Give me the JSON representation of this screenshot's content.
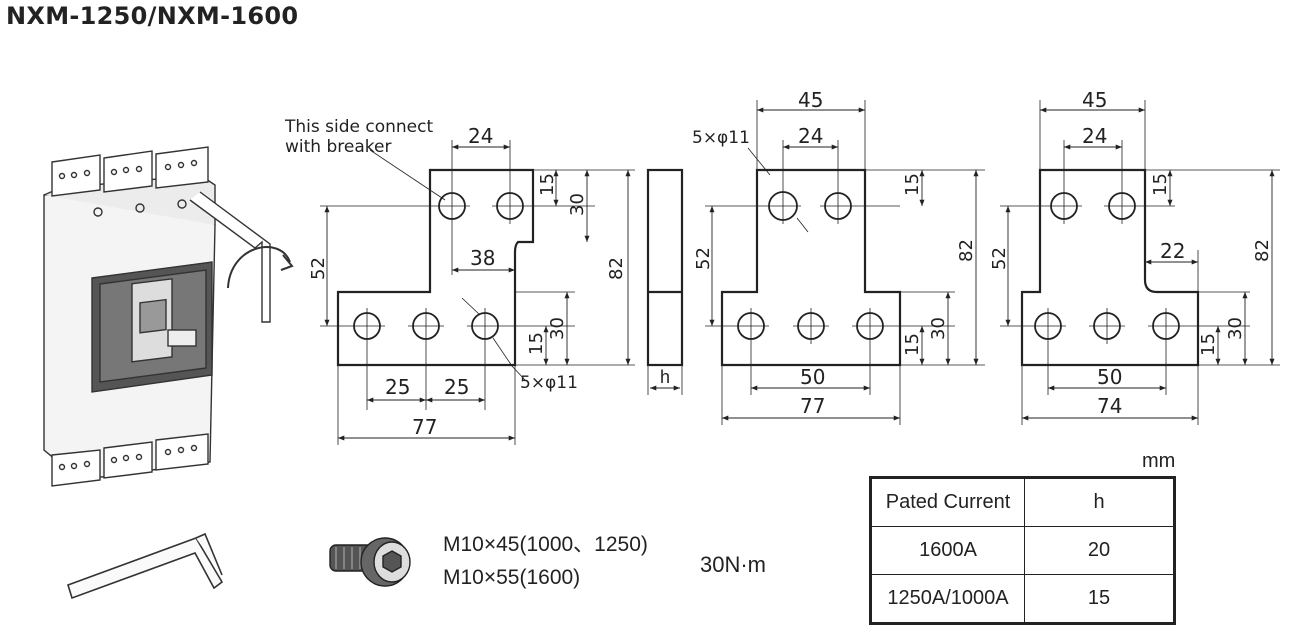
{
  "title": "NXM-1250/NXM-1600",
  "plate1": {
    "note_line1": "This side connect",
    "note_line2": "with breaker",
    "dim_24": "24",
    "dim_15": "15",
    "dim_30": "30",
    "dim_52": "52",
    "dim_38": "38",
    "dim_82": "82",
    "dim_30b": "30",
    "dim_15b": "15",
    "dim_25a": "25",
    "dim_25b": "25",
    "dim_77": "77",
    "holes": "5×φ11"
  },
  "side_view": {
    "h_label": "h"
  },
  "plate2": {
    "holes": "5×φ11",
    "dim_45": "45",
    "dim_24": "24",
    "dim_15": "15",
    "dim_52": "52",
    "dim_82": "82",
    "dim_15b": "15",
    "dim_30": "30",
    "dim_50": "50",
    "dim_77": "77"
  },
  "plate3": {
    "dim_45": "45",
    "dim_24": "24",
    "dim_15": "15",
    "dim_22": "22",
    "dim_52": "52",
    "dim_82": "82",
    "dim_15b": "15",
    "dim_30": "30",
    "dim_50": "50",
    "dim_74": "74"
  },
  "bolt": {
    "line1": "M10×45(1000、1250)",
    "line2": "M10×55(1600)"
  },
  "torque": "30N·m",
  "unit": "mm",
  "table": {
    "header": [
      "Pated Current",
      "h"
    ],
    "rows": [
      [
        "1600A",
        "20"
      ],
      [
        "1250A/1000A",
        "15"
      ]
    ]
  }
}
